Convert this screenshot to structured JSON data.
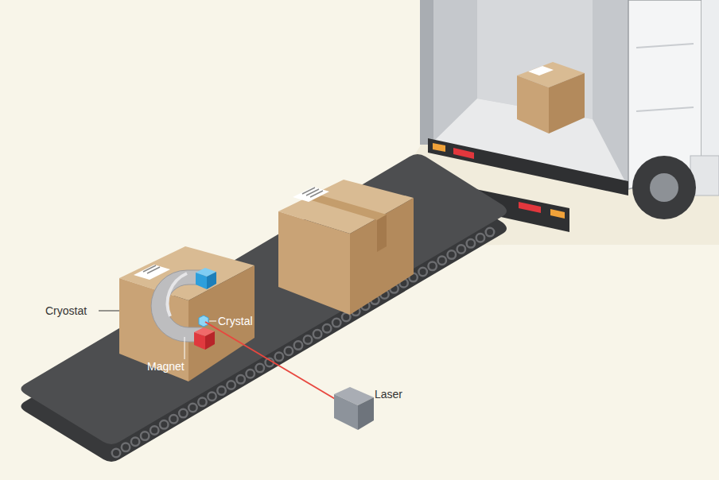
{
  "diagram": {
    "labels": [
      "Cryostat",
      "Crystal",
      "Magnet",
      "Laser"
    ]
  }
}
